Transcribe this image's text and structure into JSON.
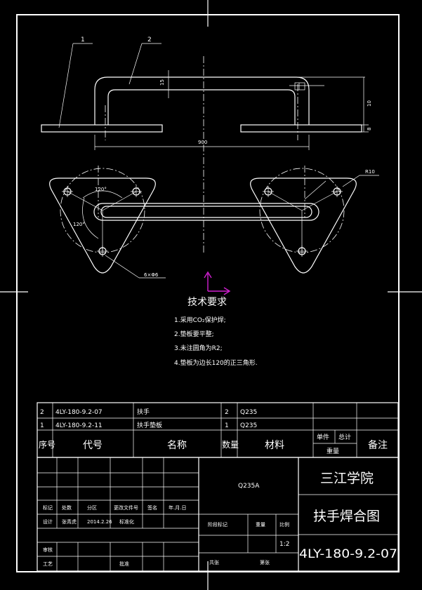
{
  "balloons": {
    "p1": "1",
    "p2": "2"
  },
  "dims": {
    "d_15": "15",
    "d_10": "10",
    "d_8": "8",
    "d_900": "900",
    "d_r10": "R10",
    "d_120a": "120°",
    "d_120b": "120°",
    "d_holes": "6×Φ6"
  },
  "notes": {
    "title": "技术要求",
    "items": [
      "1.采用CO₂保护焊;",
      "2.垫板要平整;",
      "3.未注圆角为R2;",
      "4.垫板为边长120的正三角形."
    ]
  },
  "bom": {
    "rows": [
      {
        "no": "2",
        "code": "4LY-180-9.2-07",
        "name": "扶手",
        "qty": "2",
        "material": "Q235"
      },
      {
        "no": "1",
        "code": "4LY-180-9.2-11",
        "name": "扶手垫板",
        "qty": "1",
        "material": "Q235"
      }
    ],
    "header": {
      "no": "序号",
      "code": "代号",
      "name": "名称",
      "qty": "数量",
      "material": "材料",
      "unit_weight": "单件",
      "total": "总计",
      "weight": "重量",
      "remark": "备注"
    }
  },
  "title_block": {
    "material": "Q235A",
    "school": "三江学院",
    "drawing_name": "扶手焊合图",
    "drawing_no": "4LY-180-9.2-07",
    "scale": "1:2",
    "labels": {
      "mark": "标记",
      "count": "处数",
      "zone": "分区",
      "change_doc": "更改文件号",
      "signature": "签名",
      "date": "年.月.日",
      "designer": "设计",
      "designer_name": "张青虎",
      "design_date": "2014.2.26",
      "standardize": "标准化",
      "stage_mark": "阶段标记",
      "weight": "重量",
      "scale": "比例",
      "review": "审核",
      "process": "工艺",
      "approve": "批准",
      "sheets_total": "共张",
      "sheet_no": "第张"
    }
  }
}
